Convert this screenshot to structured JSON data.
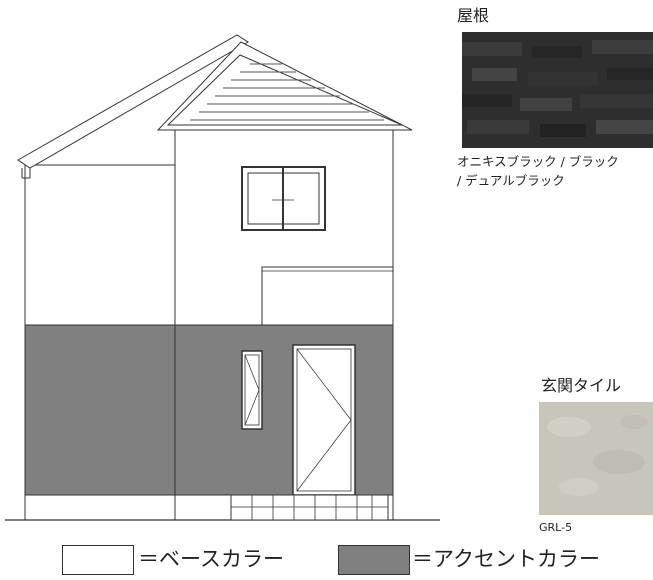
{
  "materials": {
    "roof": {
      "title": "屋根",
      "caption_line1": "オニキスブラック / ブラック",
      "caption_line2": "/ デュアルブラック"
    },
    "entrance_tile": {
      "title": "玄関タイル",
      "code": "GRL-5"
    }
  },
  "legend": {
    "base": "＝ベースカラー",
    "accent": "＝アクセントカラー"
  },
  "colors": {
    "base": "#ffffff",
    "accent": "#808080",
    "line": "#333333",
    "roof_swatch": "#2f2f2f",
    "tile_swatch": "#c9c6bc"
  }
}
